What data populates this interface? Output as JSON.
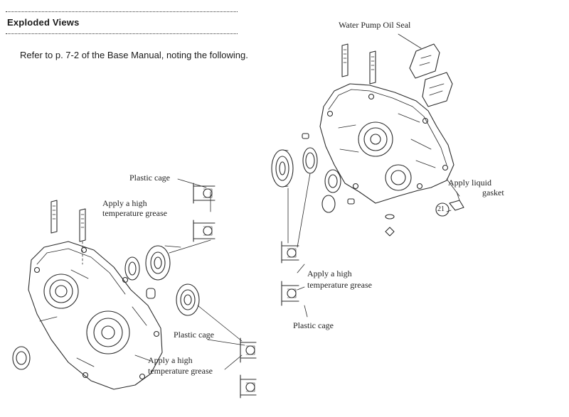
{
  "header": {
    "title": "Exploded Views"
  },
  "intro": "Refer to p. 7-2 of the Base Manual, noting the following.",
  "labels": {
    "water_pump_oil_seal": "Water Pump Oil Seal",
    "plastic_cage_left_top": "Plastic cage",
    "grease_left_top_line1": "Apply a high",
    "grease_left_top_line2": "temperature grease",
    "plastic_cage_left_bottom": "Plastic cage",
    "grease_left_bottom_line1": "Apply a high",
    "grease_left_bottom_line2": "temperature grease",
    "grease_right_line1": "Apply a high",
    "grease_right_line2": "temperature grease",
    "plastic_cage_right": "Plastic cage",
    "liquid_gasket_line1": "Apply liquid",
    "liquid_gasket_line2": "gasket",
    "callout_number": "21"
  }
}
